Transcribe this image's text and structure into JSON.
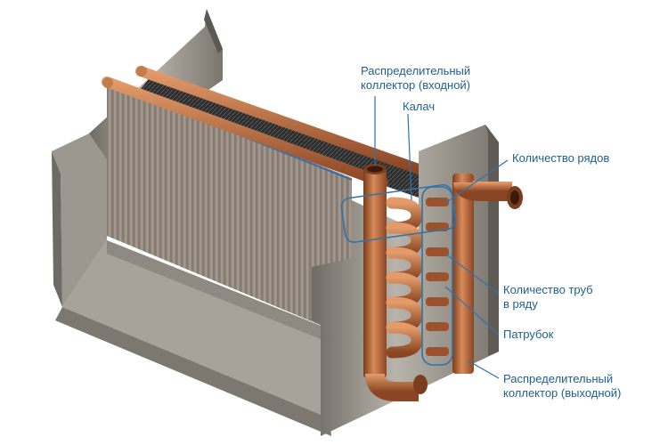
{
  "colors": {
    "label": "#1f5f8f",
    "leader": "#2f73a6",
    "copper": "#b5683d",
    "steel": "#8c877f"
  },
  "labels": {
    "inlet_collector": [
      "Распределительный",
      "коллектор (входной)"
    ],
    "bend": "Калач",
    "rows_count": "Количество рядов",
    "tubes_per_row": [
      "Количество труб",
      "в ряду"
    ],
    "nozzle": "Патрубок",
    "outlet_collector": [
      "Распределительный",
      "коллектор (выходной)"
    ]
  }
}
